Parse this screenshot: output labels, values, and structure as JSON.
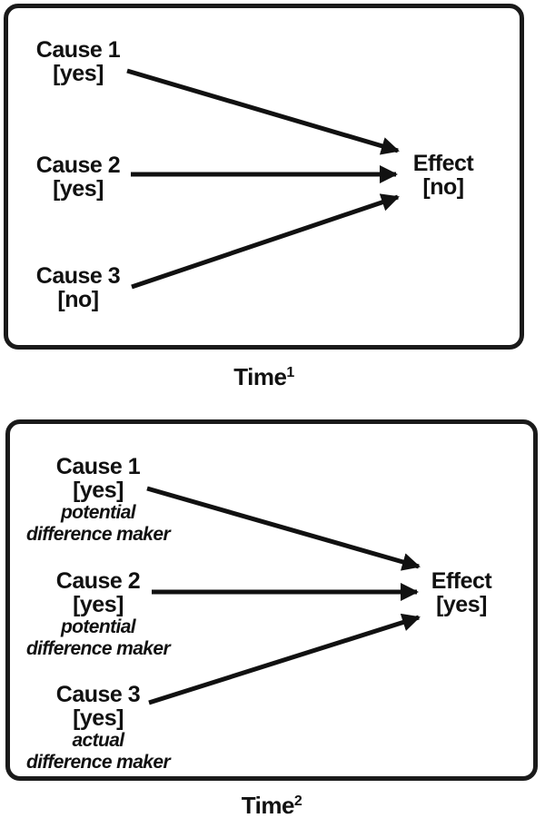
{
  "figure": {
    "ink_color": "#111111",
    "background_color": "#ffffff",
    "panels": [
      {
        "causes": [
          {
            "name": "Cause 1",
            "state": "[yes]"
          },
          {
            "name": "Cause 2",
            "state": "[yes]"
          },
          {
            "name": "Cause 3",
            "state": "[no]"
          }
        ],
        "effect": {
          "name": "Effect",
          "state": "[no]"
        },
        "time": {
          "label": "Time",
          "sup": "1"
        }
      },
      {
        "causes": [
          {
            "name": "Cause 1",
            "state": "[yes]",
            "note_line1": "potential",
            "note_line2": "difference maker"
          },
          {
            "name": "Cause 2",
            "state": "[yes]",
            "note_line1": "potential",
            "note_line2": "difference maker"
          },
          {
            "name": "Cause 3",
            "state": "[yes]",
            "note_line1": "actual",
            "note_line2": "difference maker"
          }
        ],
        "effect": {
          "name": "Effect",
          "state": "[yes]"
        },
        "time": {
          "label": "Time",
          "sup": "2"
        }
      }
    ]
  }
}
